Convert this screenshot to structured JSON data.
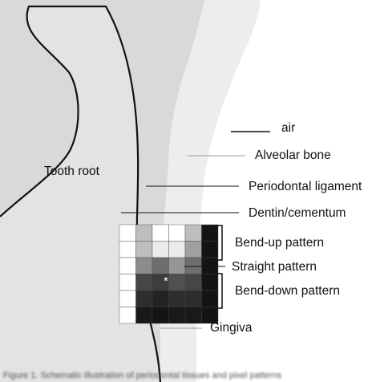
{
  "labels": {
    "air": "air",
    "alveolar_bone": "Alveolar bone",
    "tooth_root": "Tooth root",
    "periodontal_ligament": "Periodontal ligament",
    "dentin_cementum": "Dentin/cementum",
    "bend_up": "Bend-up pattern",
    "straight": "Straight pattern",
    "bend_down": "Bend-down pattern",
    "gingiva": "Gingiva",
    "star": "*"
  },
  "caption": "Figure 1. Schematic illustration of periodontal tissues and pixel patterns",
  "colors": {
    "background": "#ffffff",
    "gingiva": "#ededed",
    "bone": "#d9d9d9",
    "root": "#e3e3e3",
    "outline": "#111111"
  },
  "pixel_grid": {
    "rows": 6,
    "cols": 6,
    "gray_levels": [
      [
        255,
        190,
        255,
        255,
        190,
        20
      ],
      [
        255,
        190,
        235,
        235,
        160,
        20
      ],
      [
        255,
        140,
        110,
        150,
        110,
        20
      ],
      [
        255,
        70,
        60,
        80,
        70,
        20
      ],
      [
        255,
        45,
        35,
        45,
        45,
        20
      ],
      [
        255,
        25,
        20,
        25,
        25,
        20
      ]
    ]
  }
}
